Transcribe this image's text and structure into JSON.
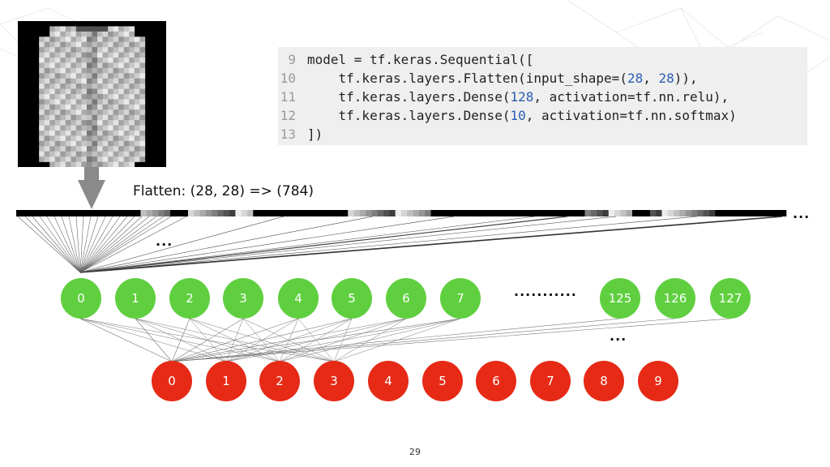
{
  "code": {
    "lines": [
      {
        "n": "9",
        "pre": "model = tf.keras.Sequential([",
        "num1": "",
        "mid": "",
        "num2": "",
        "post": ""
      },
      {
        "n": "10",
        "pre": "    tf.keras.layers.Flatten(input_shape=(",
        "num1": "28",
        "mid": ", ",
        "num2": "28",
        "post": ")),"
      },
      {
        "n": "11",
        "pre": "    tf.keras.layers.Dense(",
        "num1": "128",
        "mid": ", activation=tf.nn.relu),",
        "num2": "",
        "post": ""
      },
      {
        "n": "12",
        "pre": "    tf.keras.layers.Dense(",
        "num1": "10",
        "mid": ", activation=tf.nn.softmax)",
        "num2": "",
        "post": ""
      },
      {
        "n": "13",
        "pre": "])",
        "num1": "",
        "mid": "",
        "num2": "",
        "post": ""
      }
    ]
  },
  "flatten_label": "Flatten: (28, 28) => (784)",
  "ellipsis_top_right": "...",
  "ellipsis_left": "...",
  "ellipsis_hidden": "...........",
  "ellipsis_output": "...",
  "hidden_nodes": [
    "0",
    "1",
    "2",
    "3",
    "4",
    "5",
    "6",
    "7",
    "125",
    "126",
    "127"
  ],
  "output_nodes": [
    "0",
    "1",
    "2",
    "3",
    "4",
    "5",
    "6",
    "7",
    "8",
    "9"
  ],
  "page_number": "29",
  "colors": {
    "hidden": "#5fcf3f",
    "output": "#e62a16",
    "arrow": "#8a8a8a"
  }
}
